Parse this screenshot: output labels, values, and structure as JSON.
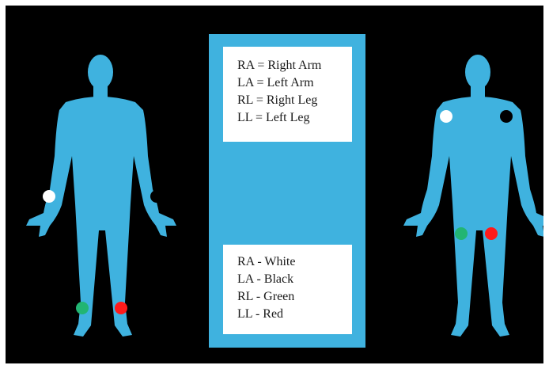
{
  "abbreviations": [
    {
      "text": "RA = Right Arm"
    },
    {
      "text": "LA = Left Arm"
    },
    {
      "text": "RL = Right Leg"
    },
    {
      "text": "LL = Left Leg"
    }
  ],
  "color_key": [
    {
      "text": "RA - White"
    },
    {
      "text": "LA - Black"
    },
    {
      "text": "RL - Green"
    },
    {
      "text": "LL - Red"
    }
  ],
  "colors": {
    "background": "#000000",
    "body": "#3fb2df",
    "panel": "#3fb2df",
    "white_electrode": "#ffffff",
    "black_electrode": "#000000",
    "green_electrode": "#22b573",
    "red_electrode": "#ff1a1a"
  },
  "figures": {
    "limb_lead_placement": [
      "white-electrode",
      "black-electrode",
      "green-electrode",
      "red-electrode"
    ],
    "torso_lead_placement": [
      "white-electrode",
      "black-electrode",
      "green-electrode",
      "red-electrode"
    ]
  }
}
